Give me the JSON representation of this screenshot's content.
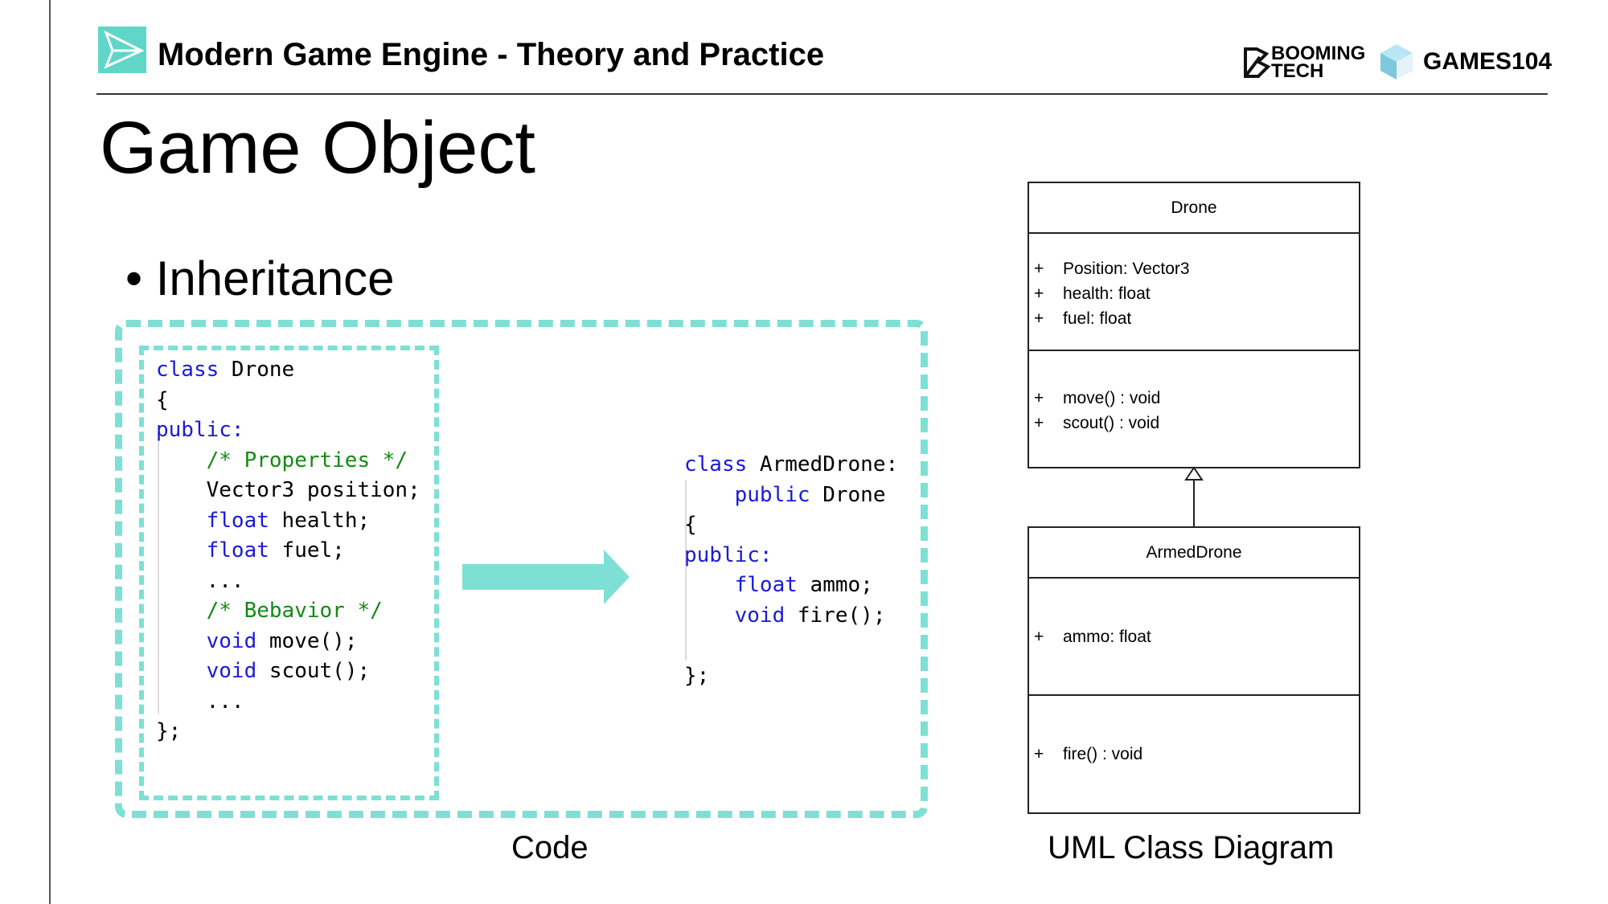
{
  "header": {
    "course_title": "Modern Game Engine - Theory and Practice",
    "booming_line1": "BOOMING",
    "booming_line2": "TECH",
    "games_logo": "GAMES104",
    "accent": "#5fd6c8"
  },
  "slide": {
    "title": "Game Object",
    "bullet": "Inheritance"
  },
  "code": {
    "caption": "Code",
    "box_color": "#7ee0d4",
    "keyword_color": "#1b1bd6",
    "comment_color": "#138a13",
    "drone": {
      "l1_kw": "class",
      "l1_name": " Drone",
      "l2": "{",
      "l3_kw": "public:",
      "l4_cm": "/* Properties */",
      "l5": "Vector3 position;",
      "l6_kw": "float",
      "l6_rest": " health;",
      "l7_kw": "float",
      "l7_rest": " fuel;",
      "l8": "...",
      "l9_cm": "/* Bebavior */",
      "l10_kw": "void",
      "l10_rest": " move();",
      "l11_kw": "void",
      "l11_rest": " scout();",
      "l12": "...",
      "l13": "};"
    },
    "armed": {
      "l1_kw": "class",
      "l1_name": " ArmedDrone:",
      "l2_kw": "public",
      "l2_rest": " Drone",
      "l3": "{",
      "l4_kw": "public:",
      "l5_kw": "float",
      "l5_rest": " ammo;",
      "l6_kw": "void",
      "l6_rest": " fire();",
      "l7": "};"
    }
  },
  "uml": {
    "caption": "UML Class Diagram",
    "drone": {
      "name": "Drone",
      "attributes": [
        "Position: Vector3",
        "health: float",
        "fuel: float"
      ],
      "methods": [
        "move() : void",
        "scout() : void"
      ]
    },
    "armed": {
      "name": "ArmedDrone",
      "attributes": [
        "ammo: float"
      ],
      "methods": [
        "fire() : void"
      ]
    },
    "plus": "+"
  }
}
